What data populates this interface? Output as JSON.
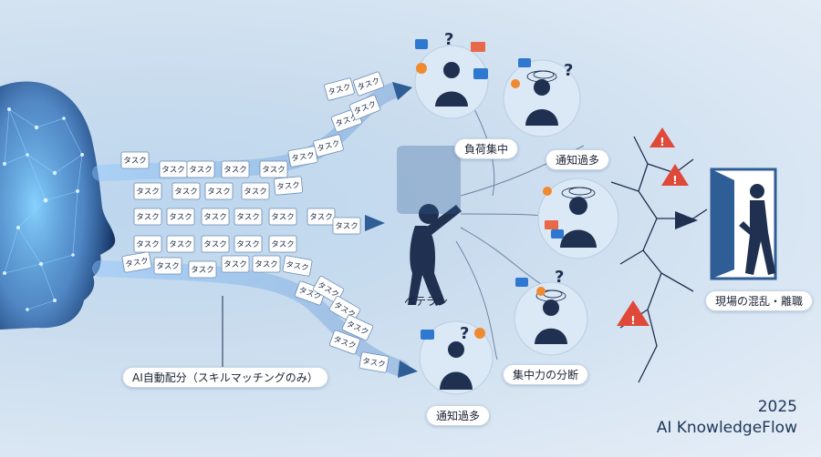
{
  "labels": {
    "ai_distribution": "AI自動配分（スキルマッチングのみ）",
    "veteran": "ベテラン",
    "load_concentration": "負荷集中",
    "notification_overload_top": "通知過多",
    "notification_overload_bottom": "通知過多",
    "focus_fragmentation": "集中力の分断",
    "workplace_chaos": "現場の混乱・離職"
  },
  "task_label": "タスク",
  "footer": {
    "year": "2025",
    "brand": "AI KnowledgeFlow"
  },
  "icons": [
    "ai-head-icon",
    "task-card-icon",
    "arrow-icon",
    "person-icon",
    "stressed-person-icon",
    "bell-icon",
    "question-icon",
    "chat-icon",
    "mail-icon",
    "warning-icon",
    "crack-icon",
    "exit-door-icon",
    "walking-person-icon"
  ],
  "colors": {
    "accent": "#2f5d95",
    "figure": "#1f3050",
    "alert": "#e0483a",
    "glow": "#57b6ff"
  }
}
